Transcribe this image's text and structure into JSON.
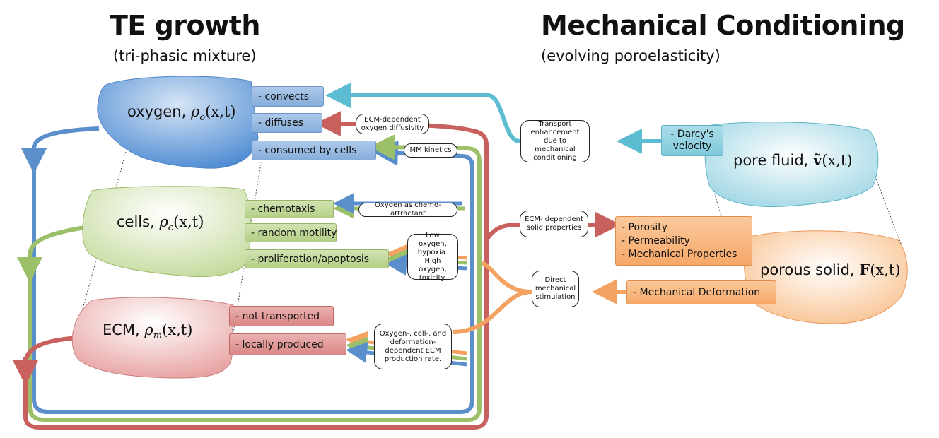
{
  "headers": {
    "left_title": "TE growth",
    "left_subtitle": "(tri-phasic mixture)",
    "right_title": "Mechanical Conditioning",
    "right_subtitle": "(evolving poroelasticity)"
  },
  "blobs": {
    "oxygen": {
      "name": "oxygen, ",
      "symbol": "ρ",
      "sub": "o",
      "args": "(x,t)",
      "color": "#5b93d3"
    },
    "cells": {
      "name": "cells, ",
      "symbol": "ρ",
      "sub": "c",
      "args": "(x,t)",
      "color": "#c2d89a"
    },
    "ecm": {
      "name": "ECM, ",
      "symbol": "ρ",
      "sub": "m",
      "args": "(x,t)",
      "color": "#e9a7a6"
    },
    "pore_fluid": {
      "name": "pore fluid, ",
      "symbol": "ṽ",
      "args": "(x,t)",
      "color": "#9fd6e4"
    },
    "porous_solid": {
      "name": "porous solid, ",
      "symbol": "F",
      "args": "(x,t)",
      "color": "#fac79a"
    }
  },
  "boxes": {
    "convects": "- convects",
    "diffuses": "- diffuses",
    "consumed": "- consumed by cells",
    "chemotaxis": "- chemotaxis",
    "random_motility": "- random motility",
    "proliferation": "- proliferation/apoptosis",
    "not_transported": "- not transported",
    "locally_produced": "- locally produced",
    "darcy": "- Darcy's velocity",
    "porosity": "- Porosity",
    "permeability": "- Permeability",
    "mech_properties": "- Mechanical Properties",
    "mech_deformation": "- Mechanical Deformation"
  },
  "notes": {
    "ecm_diffusivity": "ECM-dependent oxygen diffusivity",
    "mm_kinetics": "MM kinetics",
    "chemo_attractant": "Oxygen as chemo-attractant",
    "hypoxia": "Low oxygen, hypoxia. High oxygen, toxicity.",
    "ecm_production": "Oxygen-, cell-, and deformation-dependent ECM production rate.",
    "transport_enhancement": "Transport enhancement due to mechanical conditioning",
    "ecm_solid": "ECM- dependent solid properties",
    "direct_stimulation": "Direct mechanical stimulation"
  },
  "colors": {
    "blue_arrow": "#5b8fcb",
    "green_arrow": "#9cc06a",
    "red_arrow": "#c8605e",
    "orange_arrow": "#f3a262",
    "cyan_arrow": "#5bbcd2"
  }
}
